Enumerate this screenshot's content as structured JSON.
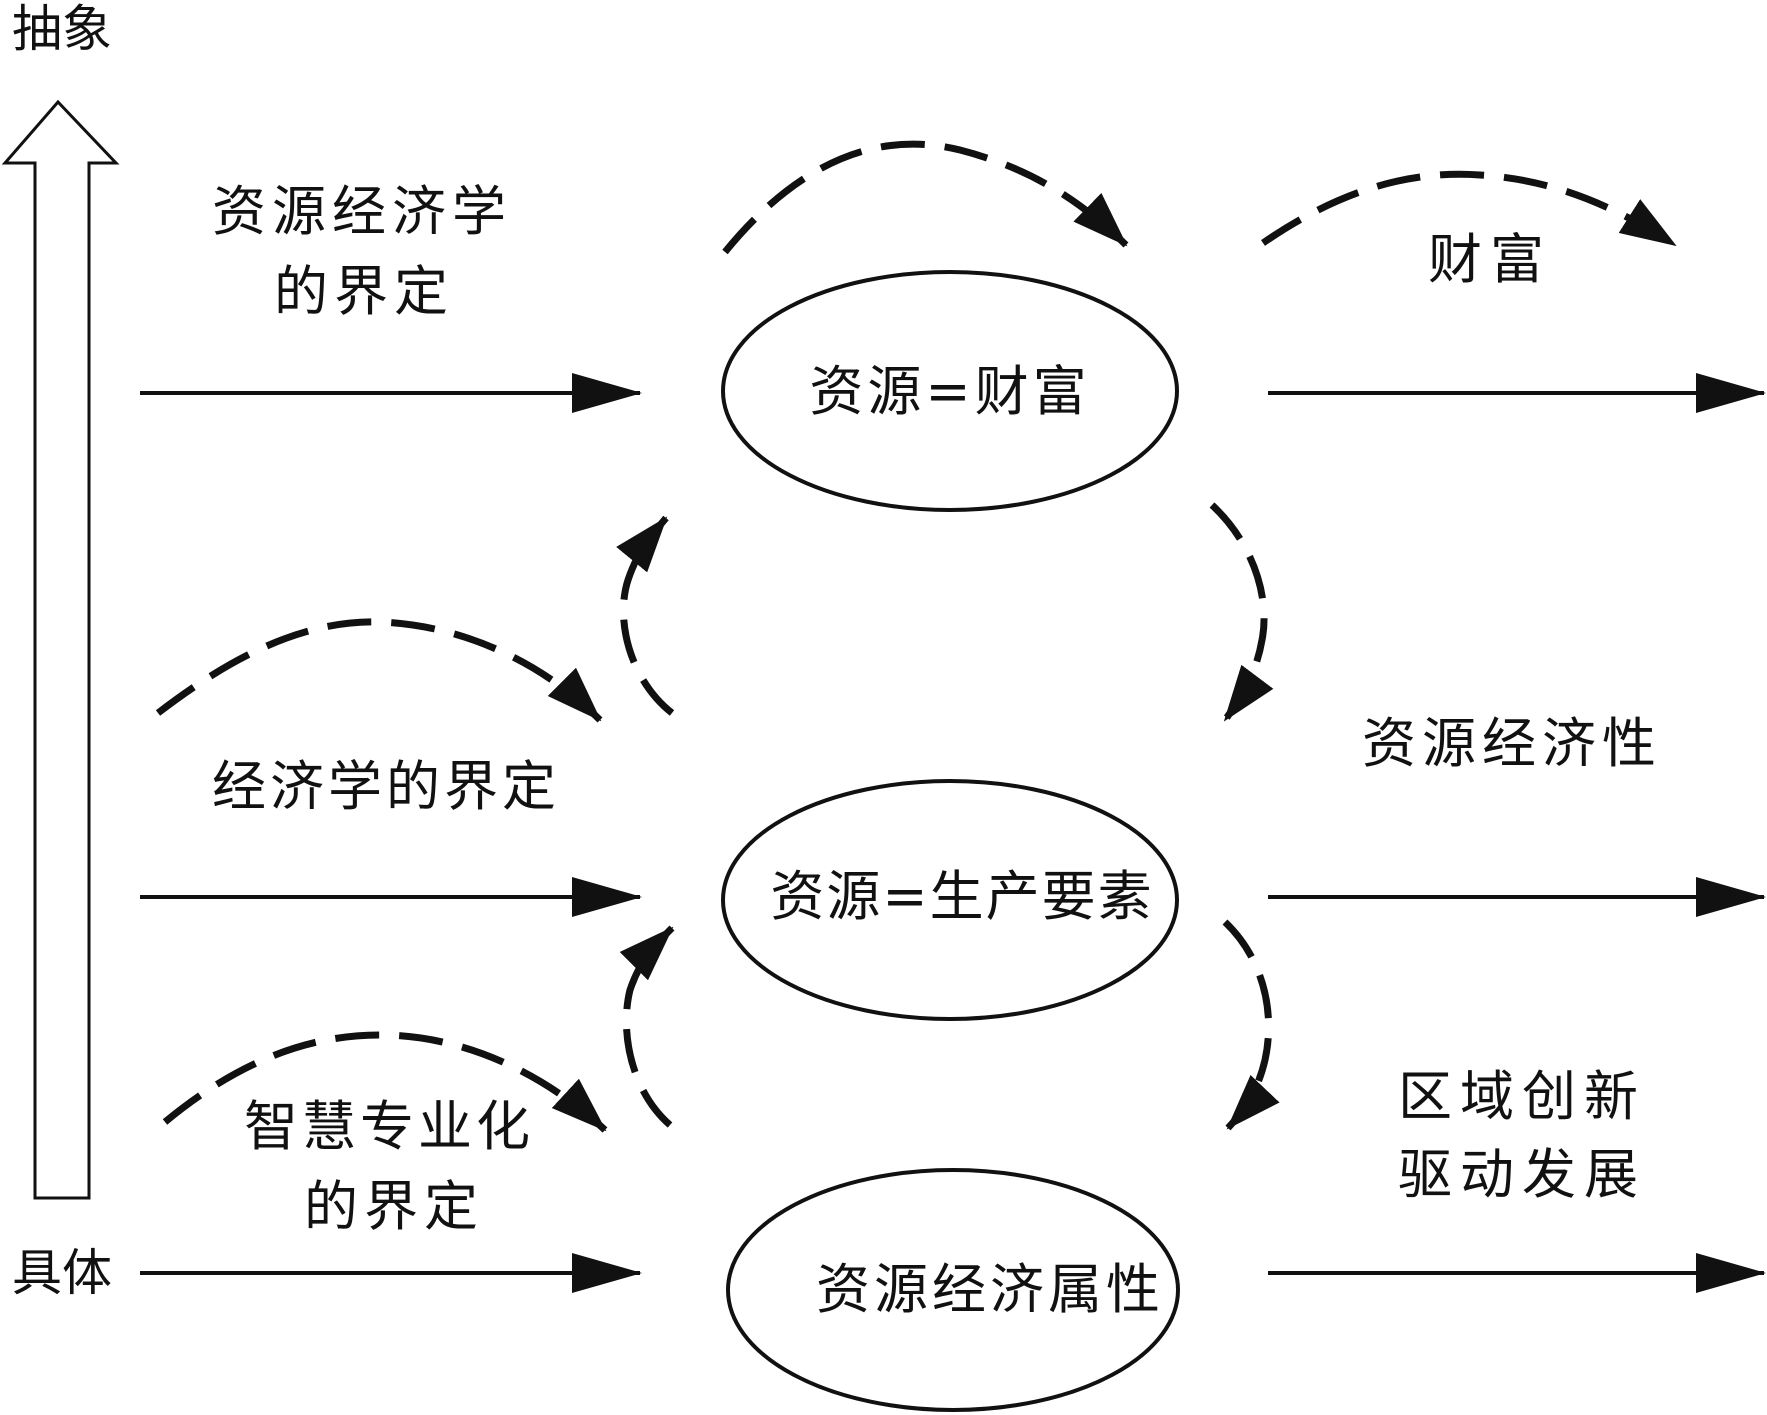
{
  "axis": {
    "top_label": "抽象",
    "bottom_label": "具体"
  },
  "definitions": {
    "top": [
      "资源经济学",
      "的界定"
    ],
    "middle": [
      "经济学的界定"
    ],
    "bottom": [
      "智慧专业化",
      "的界定"
    ]
  },
  "nodes": {
    "top": "资源=财富",
    "middle": "资源=生产要素",
    "bottom": "资源经济属性"
  },
  "outcomes": {
    "top": [
      "财富"
    ],
    "middle": [
      "资源经济性"
    ],
    "bottom": [
      "区域创新",
      "驱动发展"
    ]
  },
  "colors": {
    "stroke": "#111111",
    "background": "#ffffff"
  }
}
